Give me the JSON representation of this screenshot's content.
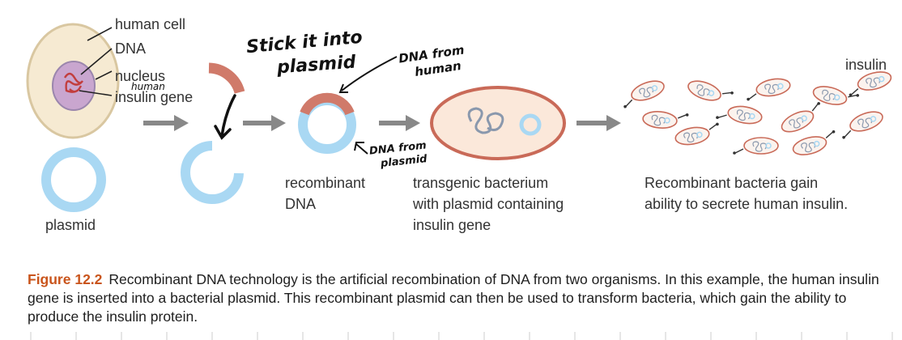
{
  "labels": {
    "human_cell": "human cell",
    "dna": "DNA",
    "nucleus": "nucleus",
    "insulin_gene": "insulin gene",
    "plasmid": "plasmid",
    "recombinant_dna": [
      "recombinant",
      "DNA"
    ],
    "transgenic_bacterium": [
      "transgenic bacterium",
      "with plasmid containing",
      "insulin gene"
    ],
    "recombinant_bacteria": [
      "Recombinant bacteria gain",
      "ability to secrete human insulin."
    ],
    "insulin": "insulin"
  },
  "annotations": {
    "human": "human",
    "stick_it_into": "Stick it into",
    "plasmid": "plasmid",
    "dna_from_human_1": "DNA from",
    "dna_from_human_2": "human",
    "dna_from_plasmid_1": "DNA from",
    "dna_from_plasmid_2": "plasmid"
  },
  "caption": {
    "figure_label": "Figure 12.2",
    "text": "Recombinant DNA technology is the artificial recombination of DNA from two organisms. In this example, the human insulin gene is inserted into a bacterial plasmid. This recombinant plasmid can then be used to transform bacteria, which gain the ability to produce the insulin protein."
  },
  "colors": {
    "plasmid_blue": "#a9d8f3",
    "gene_red": "#d07a6a",
    "cell_fill": "#f6ead2",
    "nucleus_fill": "#c9a6cf",
    "bacterium_stroke": "#c96a58",
    "arrow_gray": "#888888",
    "caption_accent": "#c9541b"
  }
}
